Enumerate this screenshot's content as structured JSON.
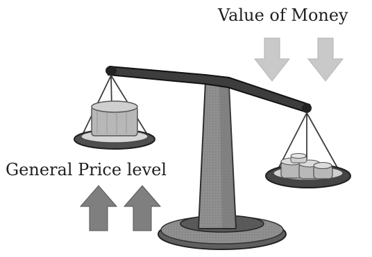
{
  "labels": {
    "value_of_money": "Value of Money",
    "general_price_level": "General Price level"
  },
  "diagram": {
    "arrows": {
      "value_of_money": {
        "direction": "down",
        "count": 2,
        "color": "#c9c9c9"
      },
      "general_price_level": {
        "direction": "up",
        "count": 2,
        "color": "#7f7f7f"
      }
    },
    "balance_tilt": "right-side-lower",
    "left_pan_contents": "large-coin-stack",
    "right_pan_contents": "small-coin-stack"
  }
}
